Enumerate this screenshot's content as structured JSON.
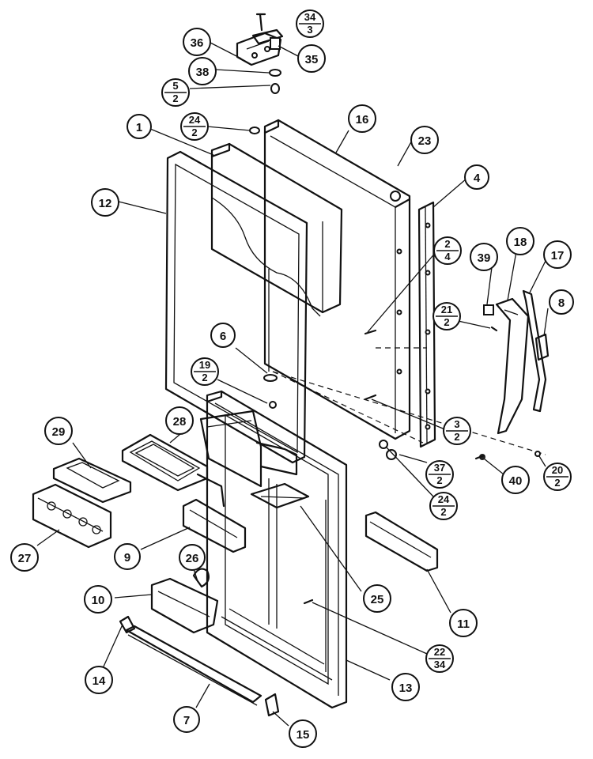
{
  "callouts": [
    {
      "id": "c1",
      "top": "1"
    },
    {
      "id": "c2_4",
      "top": "2",
      "bottom": "4"
    },
    {
      "id": "c3_2",
      "top": "3",
      "bottom": "2"
    },
    {
      "id": "c4",
      "top": "4"
    },
    {
      "id": "c5_2",
      "top": "5",
      "bottom": "2"
    },
    {
      "id": "c6",
      "top": "6"
    },
    {
      "id": "c7",
      "top": "7"
    },
    {
      "id": "c8",
      "top": "8"
    },
    {
      "id": "c9",
      "top": "9"
    },
    {
      "id": "c10",
      "top": "10"
    },
    {
      "id": "c11",
      "top": "11"
    },
    {
      "id": "c12",
      "top": "12"
    },
    {
      "id": "c13",
      "top": "13"
    },
    {
      "id": "c14",
      "top": "14"
    },
    {
      "id": "c15",
      "top": "15"
    },
    {
      "id": "c16",
      "top": "16"
    },
    {
      "id": "c17",
      "top": "17"
    },
    {
      "id": "c18",
      "top": "18"
    },
    {
      "id": "c19_2",
      "top": "19",
      "bottom": "2"
    },
    {
      "id": "c20_2",
      "top": "20",
      "bottom": "2"
    },
    {
      "id": "c21_2",
      "top": "21",
      "bottom": "2"
    },
    {
      "id": "c22_34",
      "top": "22",
      "bottom": "34"
    },
    {
      "id": "c23",
      "top": "23"
    },
    {
      "id": "c24_2a",
      "top": "24",
      "bottom": "2"
    },
    {
      "id": "c24_2b",
      "top": "24",
      "bottom": "2"
    },
    {
      "id": "c25",
      "top": "25"
    },
    {
      "id": "c26",
      "top": "26"
    },
    {
      "id": "c27",
      "top": "27"
    },
    {
      "id": "c28",
      "top": "28"
    },
    {
      "id": "c29",
      "top": "29"
    },
    {
      "id": "c34_3",
      "top": "34",
      "bottom": "3"
    },
    {
      "id": "c35",
      "top": "35"
    },
    {
      "id": "c36",
      "top": "36"
    },
    {
      "id": "c37_2",
      "top": "37",
      "bottom": "2"
    },
    {
      "id": "c38",
      "top": "38"
    },
    {
      "id": "c39",
      "top": "39"
    },
    {
      "id": "c40",
      "top": "40"
    }
  ]
}
